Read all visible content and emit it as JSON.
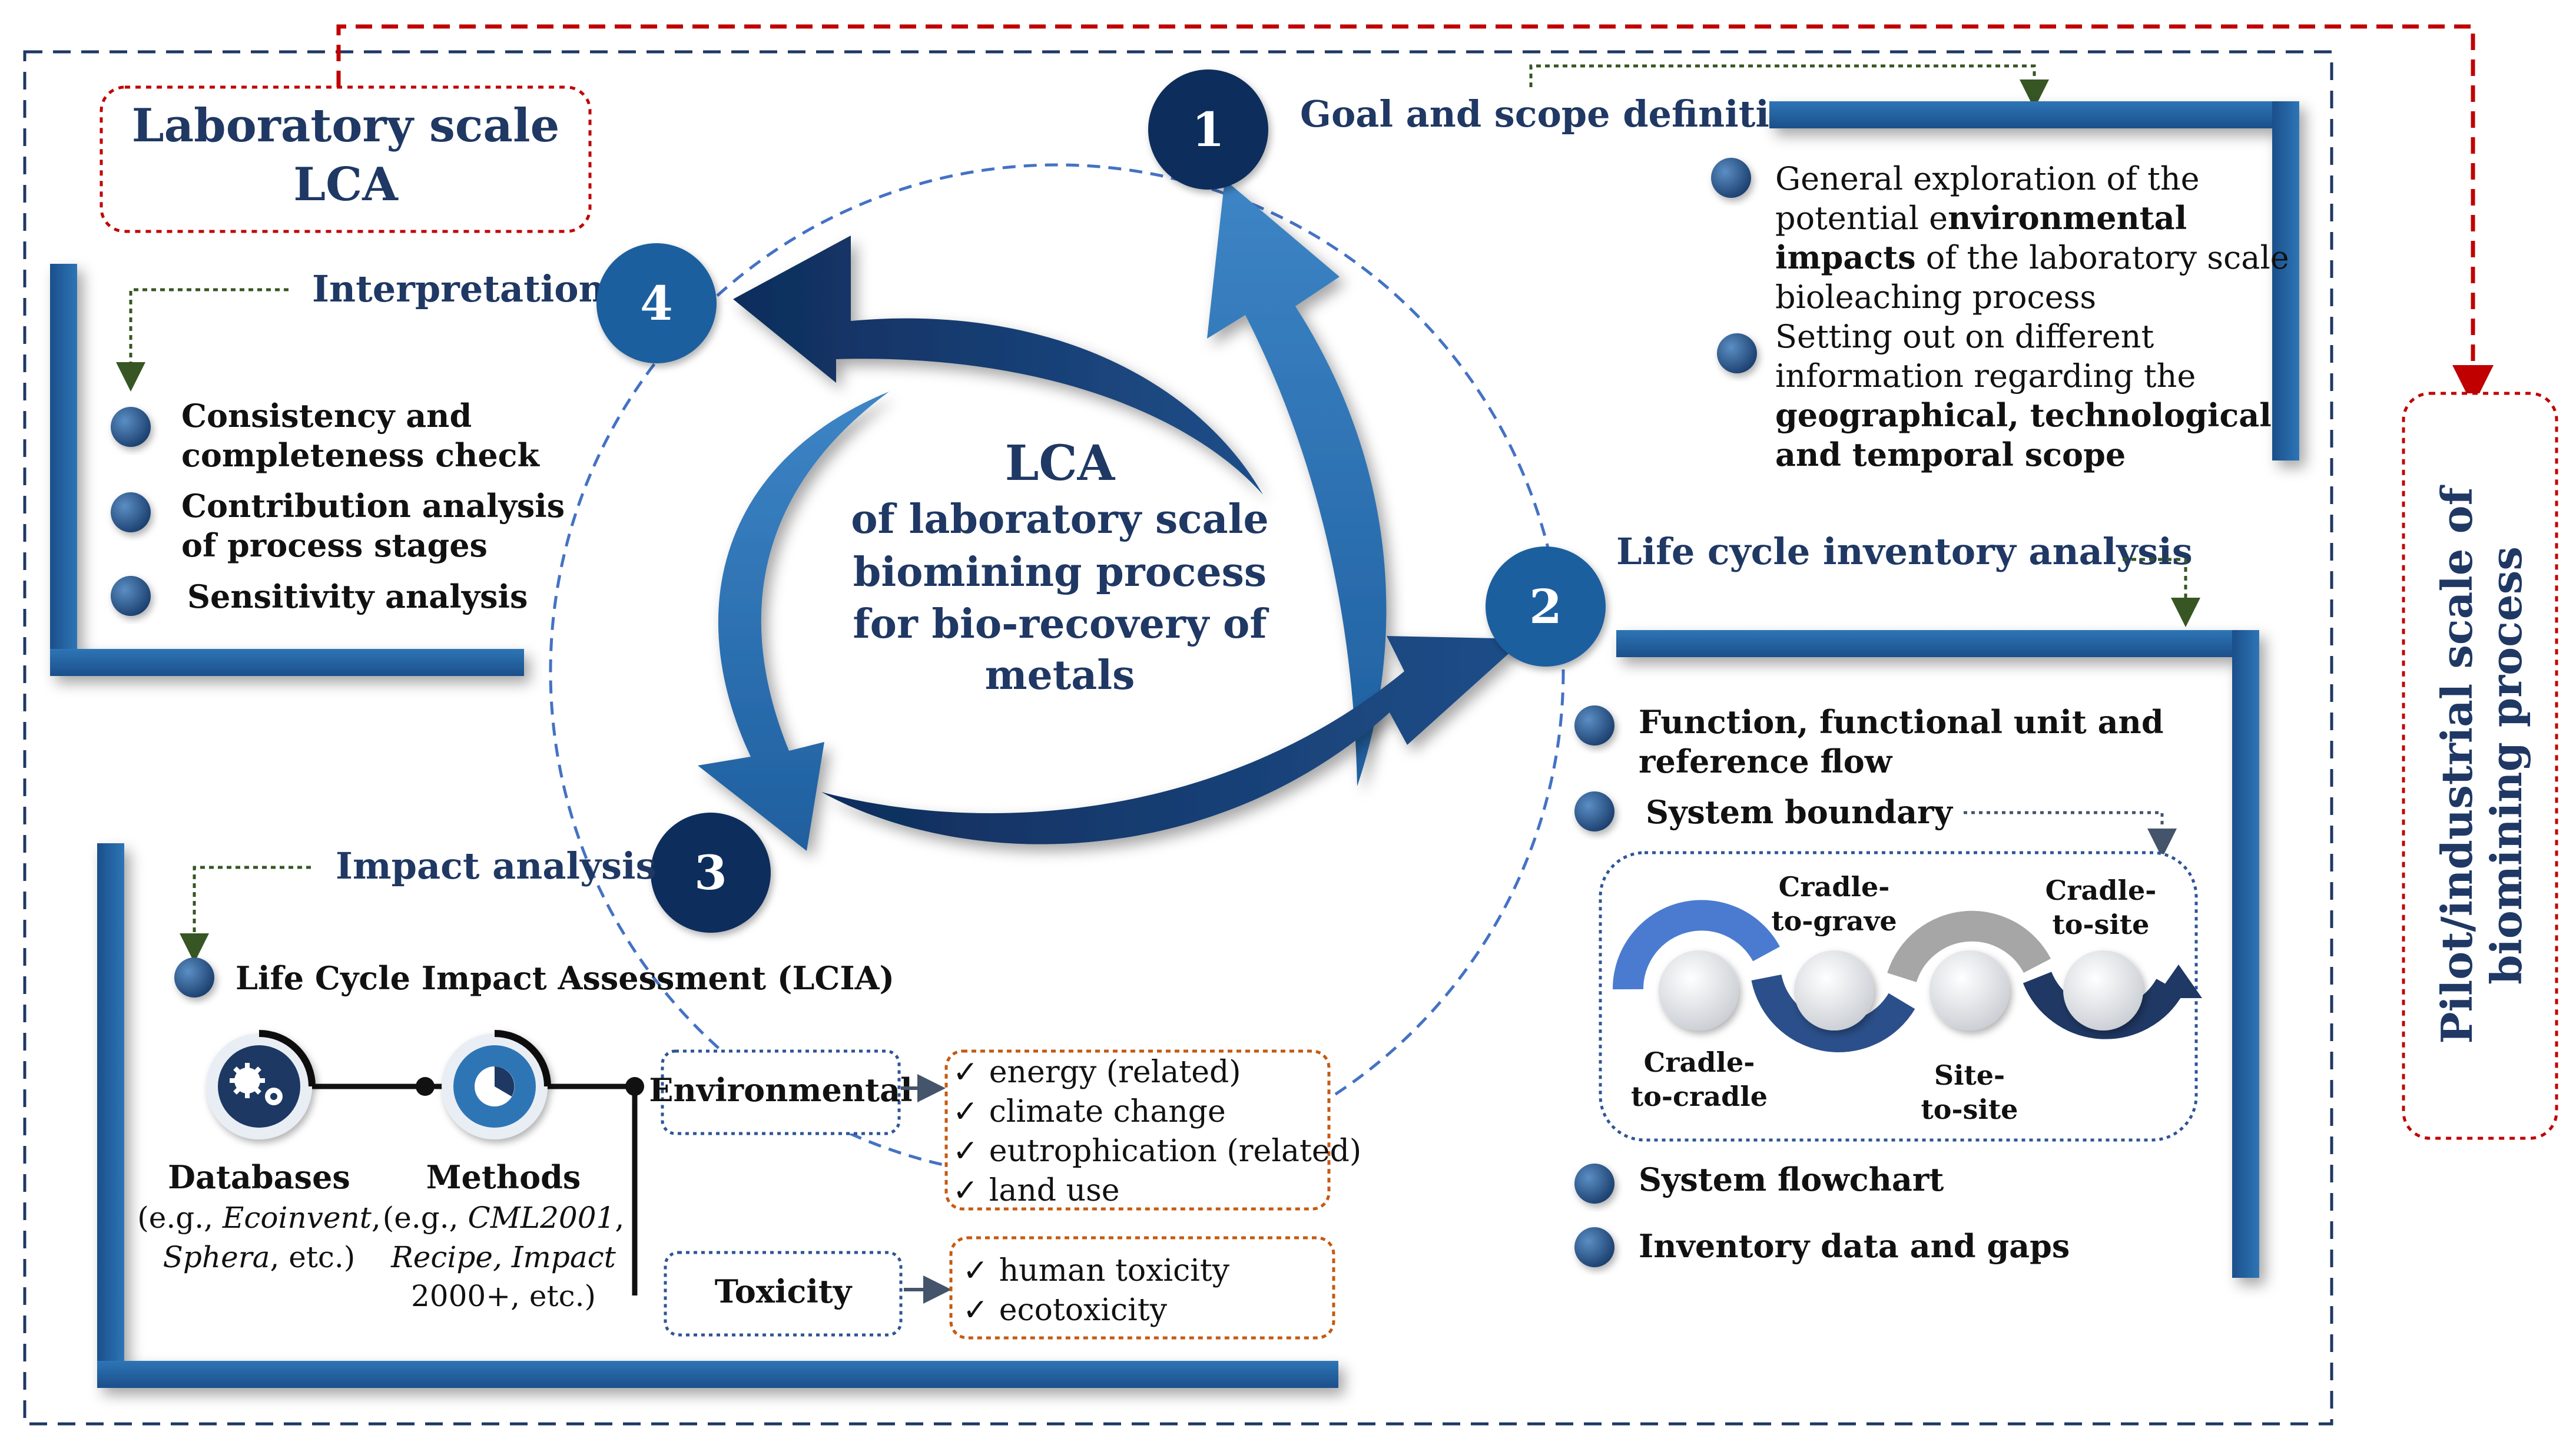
{
  "title": {
    "line1": "Laboratory scale",
    "line2": "LCA"
  },
  "side_label": {
    "line1": "Pilot/industrial scale of",
    "line2": "biomining process"
  },
  "center": {
    "line1": "LCA",
    "line2": "of laboratory scale",
    "line3": "biomining process",
    "line4": "for bio-recovery of",
    "line5": "metals"
  },
  "steps": {
    "goal": {
      "number": "1",
      "title": "Goal and scope definition",
      "items": [
        {
          "lines": [
            [
              {
                "t": "General exploration of the",
                "b": false
              }
            ],
            [
              {
                "t": "potential e",
                "b": false
              },
              {
                "t": "nvironmental",
                "b": true
              }
            ],
            [
              {
                "t": "impacts",
                "b": true
              },
              {
                "t": " of the laboratory scale",
                "b": false
              }
            ],
            [
              {
                "t": "bioleaching process",
                "b": false
              }
            ]
          ]
        },
        {
          "lines": [
            [
              {
                "t": "Setting out on different",
                "b": false
              }
            ],
            [
              {
                "t": "information regarding the",
                "b": false
              }
            ],
            [
              {
                "t": "geographical, technological",
                "b": true
              }
            ],
            [
              {
                "t": "and temporal scope",
                "b": true
              }
            ]
          ]
        }
      ]
    },
    "inventory": {
      "number": "2",
      "title": "Life cycle inventory analysis",
      "items": [
        {
          "line1": "Function, functional unit and",
          "line2": "reference flow"
        },
        {
          "line1": "System boundary"
        },
        {
          "line1": "System flowchart"
        },
        {
          "line1": "Inventory data and gaps"
        }
      ],
      "boundary": {
        "cradle_to_grave": {
          "line1": "Cradle-",
          "line2": "to-grave"
        },
        "cradle_to_site": {
          "line1": "Cradle-",
          "line2": "to-site"
        },
        "cradle_to_cradle": {
          "line1": "Cradle-",
          "line2": "to-cradle"
        },
        "site_to_site": {
          "line1": "Site-",
          "line2": "to-site"
        }
      }
    },
    "impact": {
      "number": "3",
      "title": "Impact analysis",
      "lcia": "Life Cycle Impact Assessment (LCIA)",
      "databases": {
        "label": "Databases",
        "line1": "(e.g., ",
        "line1_i": "Ecoinvent",
        "line1_end": ",",
        "line2_i": "Sphera",
        "line2_end": ", etc.)"
      },
      "methods": {
        "label": "Methods",
        "line1": "(e.g., ",
        "line1_i": "CML2001",
        "line1_end": ",",
        "line2_i": "Recipe, Impact",
        "line3": "2000+, etc.)"
      },
      "environmental": {
        "label": "Environmental",
        "items": [
          "energy (related)",
          "climate change",
          "eutrophication (related)",
          "land use"
        ]
      },
      "toxicity": {
        "label": "Toxicity",
        "items": [
          "human toxicity",
          "ecotoxicity"
        ]
      }
    },
    "interpretation": {
      "number": "4",
      "title": "Interpretation",
      "items": [
        {
          "line1": "Consistency and",
          "line2": "completeness check"
        },
        {
          "line1": "Contribution analysis",
          "line2": "of process stages"
        },
        {
          "line1": "Sensitivity analysis"
        }
      ]
    }
  },
  "colors": {
    "navy": "#1F3864",
    "mid_blue": "#2E75B6",
    "red": "#C00000",
    "green": "#375623",
    "orange": "#C55A11"
  }
}
